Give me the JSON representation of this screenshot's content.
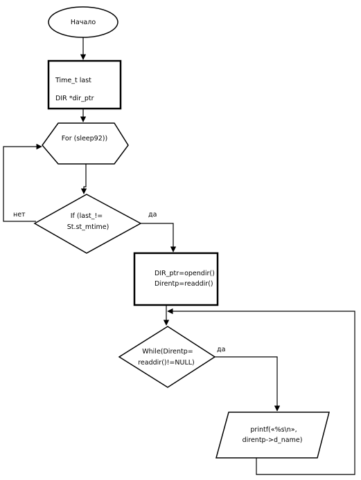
{
  "nodes": {
    "start": {
      "label": "Начало"
    },
    "declare": {
      "line1": "Time_t last",
      "line2": "DIR *dir_ptr"
    },
    "for_loop": {
      "label": "For (sleep92))"
    },
    "if_check": {
      "line1": "If (last_!=",
      "line2": "St.st_mtime)"
    },
    "open_read": {
      "line1": "DIR_ptr=opendir()",
      "line2": "Direntp=readdir()"
    },
    "while_loop": {
      "line1": "While(Direntp=",
      "line2": "readdir()!=NULL)"
    },
    "print_out": {
      "line1": "printf(«%s\\n»,",
      "line2": "direntp->d_name)"
    }
  },
  "edges": {
    "if_no": "нет",
    "if_yes": "да",
    "while_yes": "да"
  }
}
